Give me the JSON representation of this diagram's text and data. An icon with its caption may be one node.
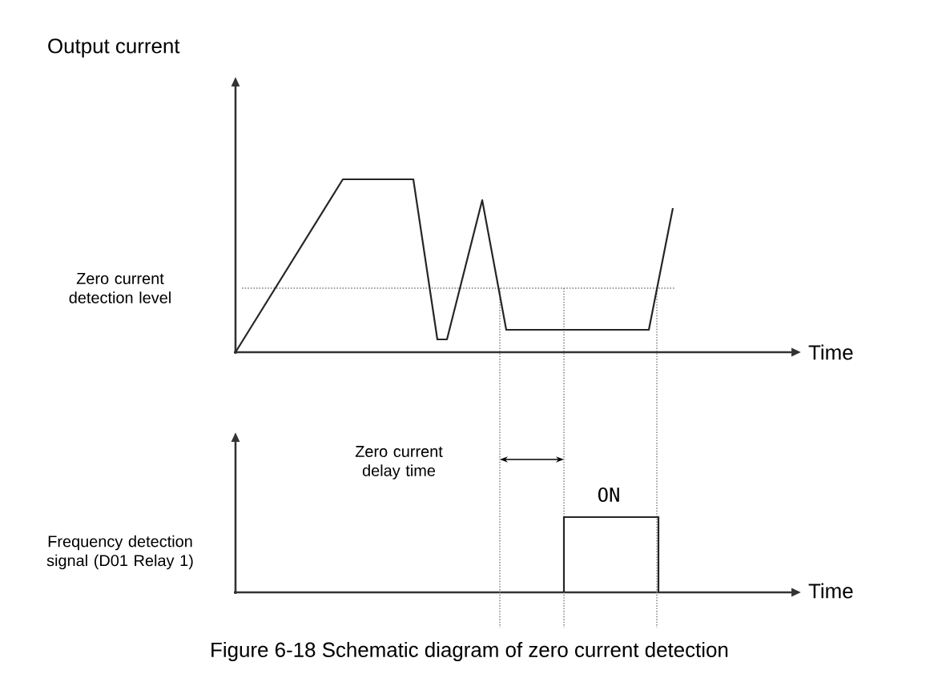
{
  "diagram": {
    "caption": "Figure 6-18 Schematic diagram of zero current detection",
    "labels": [
      "Output current",
      "Zero current detection level",
      "Time",
      "Zero current delay time",
      "ON",
      "Frequency detection signal (D01 Relay 1)",
      "Time"
    ]
  }
}
